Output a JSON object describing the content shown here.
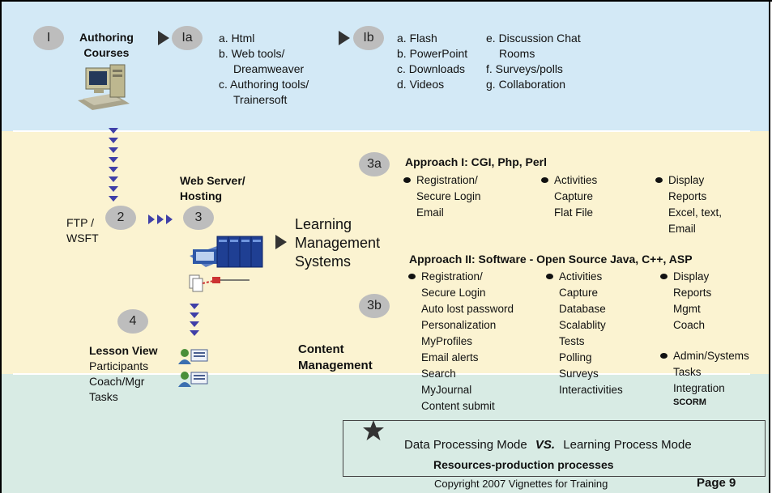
{
  "step1": {
    "num": "I",
    "title_line1": "Authoring",
    "title_line2": "Courses"
  },
  "step1a": {
    "num": "Ia",
    "items": [
      "a.  Html",
      "b.  Web tools/",
      "Dreamweaver",
      "c.  Authoring tools/",
      "Trainersoft"
    ]
  },
  "step1b": {
    "num": "Ib",
    "col1": [
      "a. Flash",
      "b. PowerPoint",
      "c. Downloads",
      "d.  Videos"
    ],
    "col2": [
      "e. Discussion Chat",
      "Rooms",
      "f. Surveys/polls",
      "g. Collaboration"
    ]
  },
  "ftp": {
    "line1": "FTP /",
    "line2": "WSFT"
  },
  "step2": {
    "num": "2"
  },
  "step3": {
    "num": "3",
    "title_line1": "Web Server/",
    "title_line2": "Hosting"
  },
  "lms": {
    "line1": "Learning",
    "line2": "Management",
    "line3": "Systems"
  },
  "step3a": {
    "num": "3a",
    "title": "Approach I: CGI, Php, Perl",
    "col1": [
      "Registration/",
      "Secure Login",
      "Email"
    ],
    "col2": [
      "Activities",
      "Capture",
      "Flat File"
    ],
    "col3": [
      "Display",
      "Reports",
      "Excel, text,",
      "Email"
    ]
  },
  "step3b": {
    "num": "3b",
    "title": "Approach II: Software - Open Source Java, C++, ASP",
    "col1": [
      "Registration/",
      "Secure Login",
      "Auto lost password",
      "Personalization",
      "MyProfiles",
      "Email alerts",
      "Search",
      "MyJournal",
      "Content submit"
    ],
    "col2": [
      "Activities",
      "Capture",
      "Database",
      "Scalablity",
      "Tests",
      "Polling",
      "Surveys",
      "Interactivities"
    ],
    "col3": [
      "Display",
      "Reports",
      "Mgmt",
      "Coach"
    ],
    "col4": [
      "Admin/Systems",
      "Tasks",
      "Integration",
      "SCORM"
    ]
  },
  "step4": {
    "num": "4",
    "title": "Lesson View",
    "items": [
      "Participants",
      "Coach/Mgr",
      "Tasks"
    ]
  },
  "content_mgmt": {
    "line1": "Content",
    "line2": "Management"
  },
  "comparison": {
    "left": "Data Processing Mode",
    "vs": "VS.",
    "right": "Learning Process Mode",
    "subtitle": "Resources-production processes"
  },
  "footer": {
    "copyright": "Copyright  2007 Vignettes for Training",
    "page": "Page 9"
  }
}
